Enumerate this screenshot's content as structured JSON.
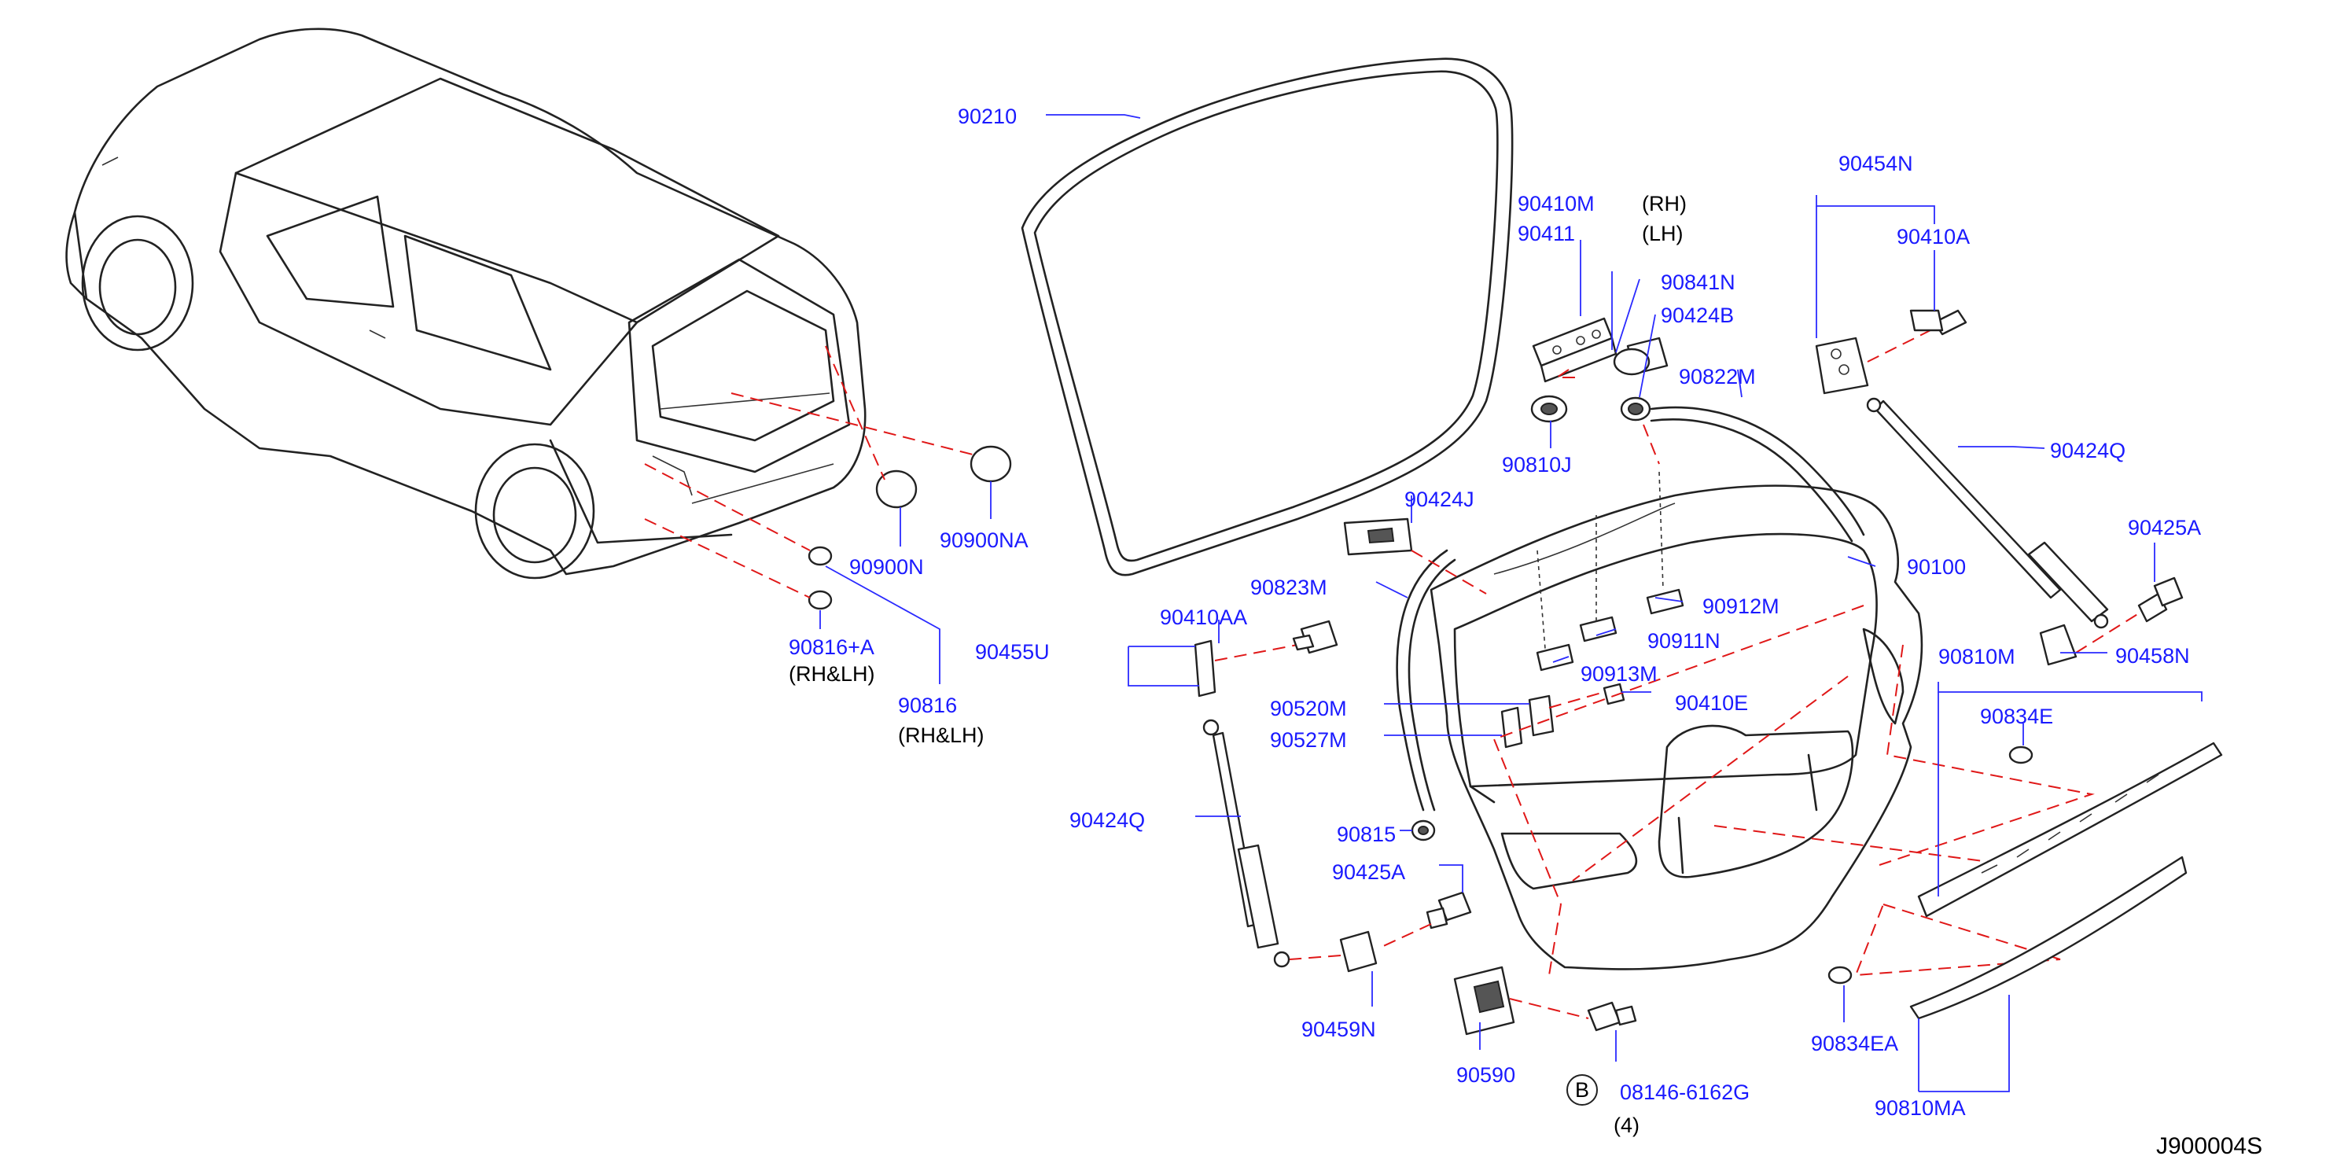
{
  "diagram_code": "J900004S",
  "parts": {
    "p90210": "90210",
    "p90410M": "90410M",
    "rh": "(RH)",
    "p90411": "90411",
    "lh": "(LH)",
    "p90841N": "90841N",
    "p90424B": "90424B",
    "p90810J": "90810J",
    "p90822M": "90822M",
    "p90454N": "90454N",
    "p90410A": "90410A",
    "p90424Q_r": "90424Q",
    "p90425A_r": "90425A",
    "p90458N": "90458N",
    "p90100": "90100",
    "p90912M": "90912M",
    "p90911N": "90911N",
    "p90913M": "90913M",
    "p90424J": "90424J",
    "p90823M": "90823M",
    "p90410AA": "90410AA",
    "p90455U": "90455U",
    "p90410E": "90410E",
    "p90520M": "90520M",
    "p90527M": "90527M",
    "p90424Q_l": "90424Q",
    "p90815": "90815",
    "p90425A_l": "90425A",
    "p90459N": "90459N",
    "p90590": "90590",
    "b_marker": "B",
    "p08146": "08146-6162G",
    "qty4": "(4)",
    "p90810M": "90810M",
    "p90834E": "90834E",
    "p90834EA": "90834EA",
    "p90810MA": "90810MA",
    "p90900N": "90900N",
    "p90900NA": "90900NA",
    "p90816A": "90816+A",
    "rhlh1": "(RH&LH)",
    "p90816": "90816",
    "rhlh2": "(RH&LH)"
  }
}
